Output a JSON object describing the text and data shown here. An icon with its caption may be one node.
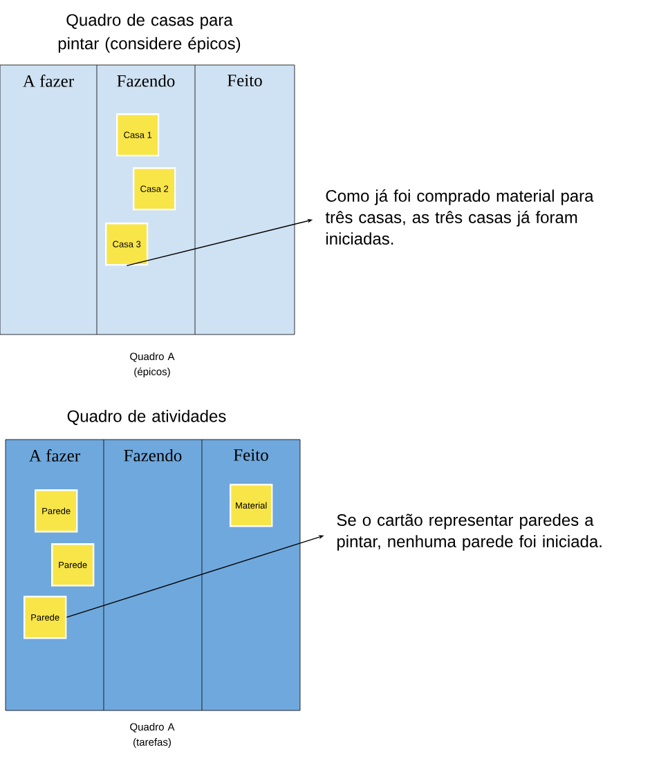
{
  "diagram": {
    "nodes": [
      {
        "text": [
          "A fazer",
          "Fazendo",
          "Feito"
        ]
      },
      {
        "text": [
          "Casa 1"
        ],
        "in": 0
      },
      {
        "text": [
          "Casa 2"
        ],
        "in": 0
      },
      {
        "text": [
          "Casa 3"
        ],
        "in": 0
      },
      {
        "text": [
          "Como já foi comprado material para três casas, as três casas já foram iniciadas."
        ]
      },
      {
        "text": [
          "A fazer",
          "Fazendo",
          "Feito"
        ]
      },
      {
        "text": [
          "Parede"
        ],
        "in": 5
      },
      {
        "text": [
          "Parede"
        ],
        "in": 5
      },
      {
        "text": [
          "Parede"
        ],
        "in": 5
      },
      {
        "text": [
          "Material"
        ],
        "in": 5
      },
      {
        "text": [
          "Se o cartão representar paredes a pintar, nenhuma parede foi iniciada."
        ]
      }
    ],
    "edges": [
      {
        "from": 3,
        "to": 4,
        "arrow": "to"
      },
      {
        "from": 8,
        "to": 10,
        "arrow": "to"
      }
    ],
    "labels": [
      "Quadro de casas para pintar (considere épicos)",
      "Quadro A (épicos)",
      "Quadro de atividades",
      "Quadro A (tarefas)"
    ]
  }
}
